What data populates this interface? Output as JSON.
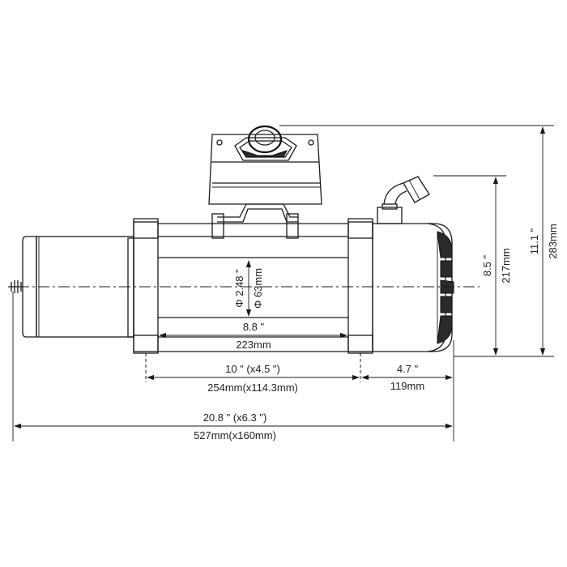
{
  "dimensions": {
    "drum_diameter": {
      "imperial": "Φ 2.48 \"",
      "metric": "Φ 63mm"
    },
    "drum_length": {
      "imperial": "8.8 \"",
      "metric": "223mm"
    },
    "mount_spacing": {
      "imperial": "10 \" (x4.5 \")",
      "metric": "254mm(x114.3mm)"
    },
    "gearbox_length": {
      "imperial": "4.7 \"",
      "metric": "119mm"
    },
    "overall_length": {
      "imperial": "20.8 \" (x6.3 \")",
      "metric": "527mm(x160mm)"
    },
    "height_to_motor_top": {
      "imperial": "8.5 \"",
      "metric": "217mm"
    },
    "overall_height": {
      "imperial": "11.1 \"",
      "metric": "283mm"
    }
  }
}
